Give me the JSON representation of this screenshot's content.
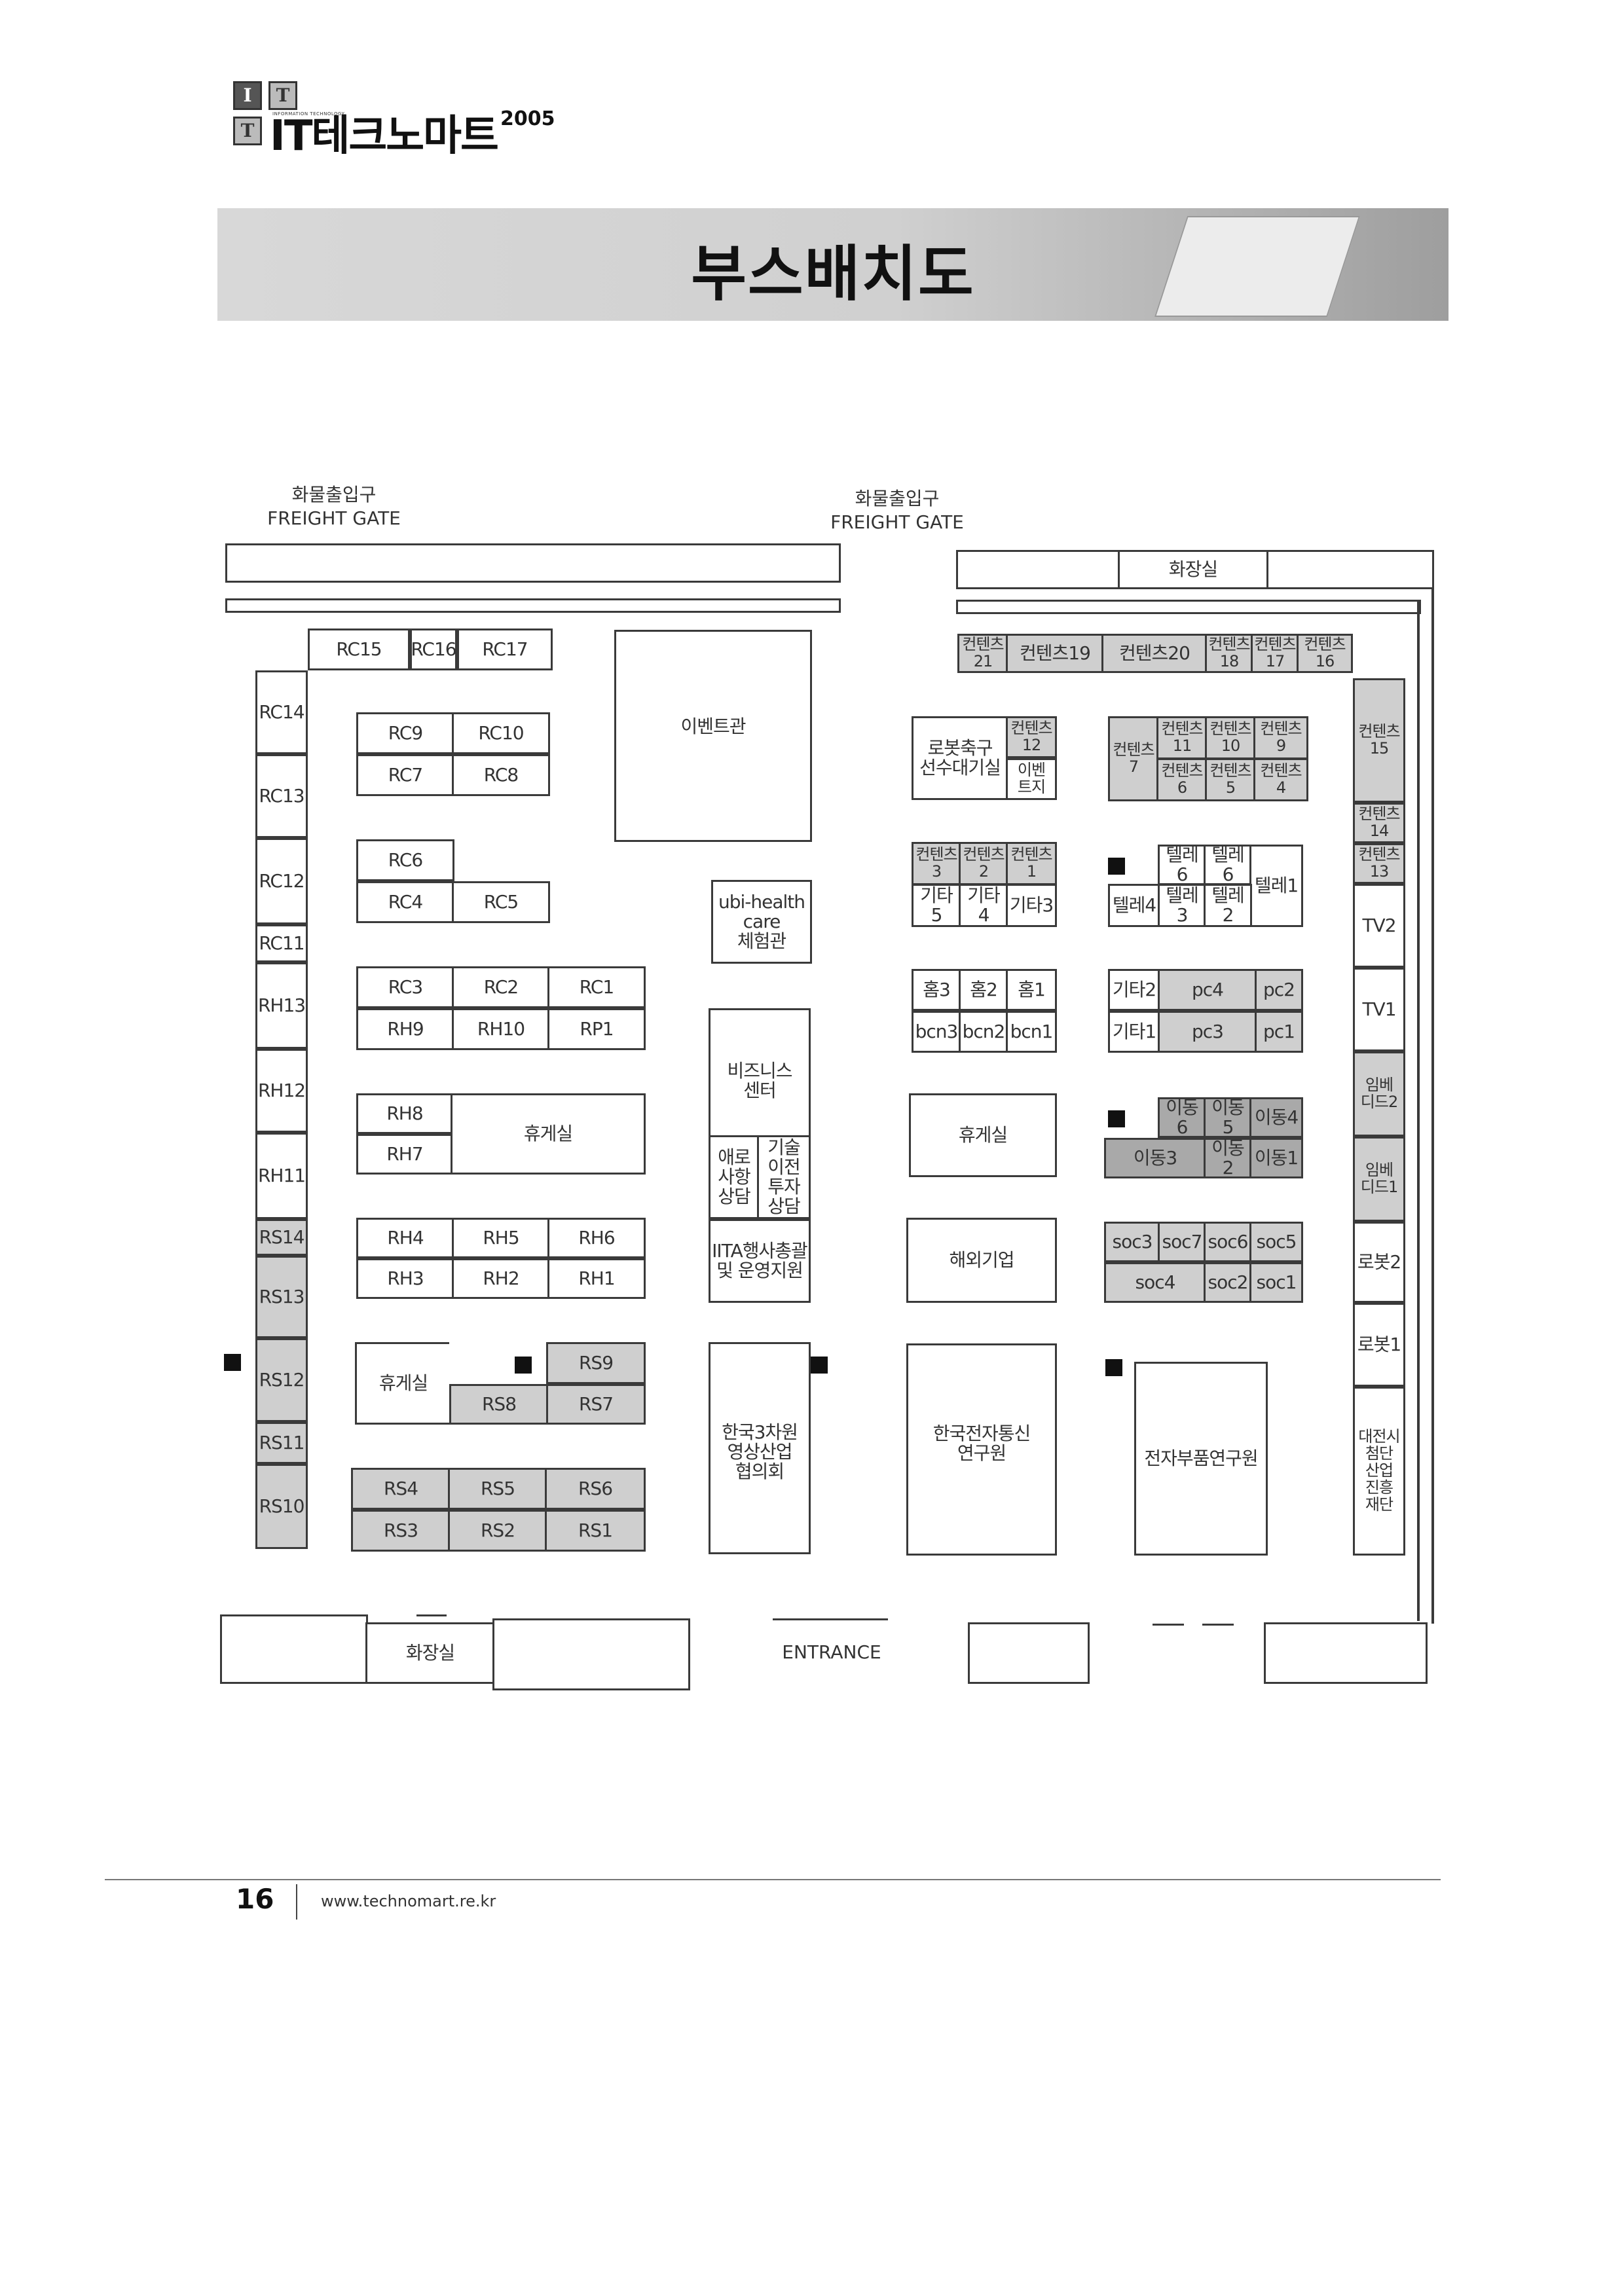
{
  "header": {
    "logo_tiles": [
      "I",
      "T",
      "T"
    ],
    "logo_word": "IT테크노마트",
    "logo_year": "2005",
    "logo_sub": "INFORMATION TECHNOLOGY",
    "title": "부스배치도"
  },
  "map": {
    "gates": [
      {
        "ko": "화물출입구",
        "en": "FREIGHT GATE"
      },
      {
        "ko": "화물출입구",
        "en": "FREIGHT GATE"
      }
    ],
    "entrance": "ENTRANCE",
    "restroom_top": "화장실",
    "restroom_bottom": "화장실",
    "halls": {
      "event": "이벤트관",
      "ubi": "ubi-health\ncare\n체험관",
      "business": "비즈니스\n센터",
      "consult_a": "애로\n사항\n상담",
      "consult_b": "기술\n이전\n투자\n상담",
      "iita": "IITA행사총괄\n및 운영지원",
      "kor3d": "한국3차원\n영상산업\n협의회",
      "etri": "한국전자통신\n연구원",
      "keti": "전자부품연구원",
      "overseas": "해외기업",
      "robot_soccer": "로봇축구\n선수대기실",
      "lounge": "휴게실"
    },
    "booths": {
      "RC1": "RC1",
      "RC2": "RC2",
      "RC3": "RC3",
      "RC4": "RC4",
      "RC5": "RC5",
      "RC6": "RC6",
      "RC7": "RC7",
      "RC8": "RC8",
      "RC9": "RC9",
      "RC10": "RC10",
      "RC11": "RC11",
      "RC12": "RC12",
      "RC13": "RC13",
      "RC14": "RC14",
      "RC15": "RC15",
      "RC16": "RC16",
      "RC17": "RC17",
      "RH1": "RH1",
      "RH2": "RH2",
      "RH3": "RH3",
      "RH4": "RH4",
      "RH5": "RH5",
      "RH6": "RH6",
      "RH7": "RH7",
      "RH8": "RH8",
      "RH9": "RH9",
      "RH10": "RH10",
      "RH11": "RH11",
      "RH12": "RH12",
      "RH13": "RH13",
      "RP1": "RP1",
      "RS1": "RS1",
      "RS2": "RS2",
      "RS3": "RS3",
      "RS4": "RS4",
      "RS5": "RS5",
      "RS6": "RS6",
      "RS7": "RS7",
      "RS8": "RS8",
      "RS9": "RS9",
      "RS10": "RS10",
      "RS11": "RS11",
      "RS12": "RS12",
      "RS13": "RS13",
      "RS14": "RS14",
      "C1": "컨텐츠\n1",
      "C2": "컨텐츠\n2",
      "C3": "컨텐츠\n3",
      "C4": "컨텐츠\n4",
      "C5": "컨텐츠\n5",
      "C6": "컨텐츠\n6",
      "C7": "컨텐츠\n7",
      "C9": "컨텐츠\n9",
      "C10": "컨텐츠\n10",
      "C11": "컨텐츠\n11",
      "C12": "컨텐츠\n12",
      "C13": "컨텐츠\n13",
      "C14": "컨텐츠\n14",
      "C15": "컨텐츠\n15",
      "C16": "컨텐츠\n16",
      "C17": "컨텐츠\n17",
      "C18": "컨텐츠\n18",
      "C19": "컨텐츠19",
      "C20": "컨텐츠20",
      "C21": "컨텐츠\n21",
      "stage": "이벤\n트지",
      "E1": "기타1",
      "E2": "기타2",
      "E3": "기타3",
      "E4": "기타4",
      "E5": "기타5",
      "H1": "홈1",
      "H2": "홈2",
      "H3": "홈3",
      "B1": "bcn1",
      "B2": "bcn2",
      "B3": "bcn3",
      "PC1": "pc1",
      "PC2": "pc2",
      "PC3": "pc3",
      "PC4": "pc4",
      "T1": "텔레1",
      "T2": "텔레2",
      "T3": "텔레3",
      "T4": "텔레4",
      "T6": "텔레6",
      "M1": "이동1",
      "M2": "이동2",
      "M3": "이동3",
      "M4": "이동4",
      "M5": "이동5",
      "M6": "이동6",
      "S1": "soc1",
      "S2": "soc2",
      "S3": "soc3",
      "S4": "soc4",
      "S5": "soc5",
      "S6": "soc6",
      "S7": "soc7",
      "TV1": "TV1",
      "TV2": "TV2",
      "EMB1": "임베\n디드1",
      "EMB2": "임베\n디드2",
      "ROB1": "로봇1",
      "ROB2": "로봇2",
      "DJ": "대전시\n첨단\n산업\n진흥\n재단"
    }
  },
  "footer": {
    "page_number": "16",
    "url": "www.technomart.re.kr"
  }
}
